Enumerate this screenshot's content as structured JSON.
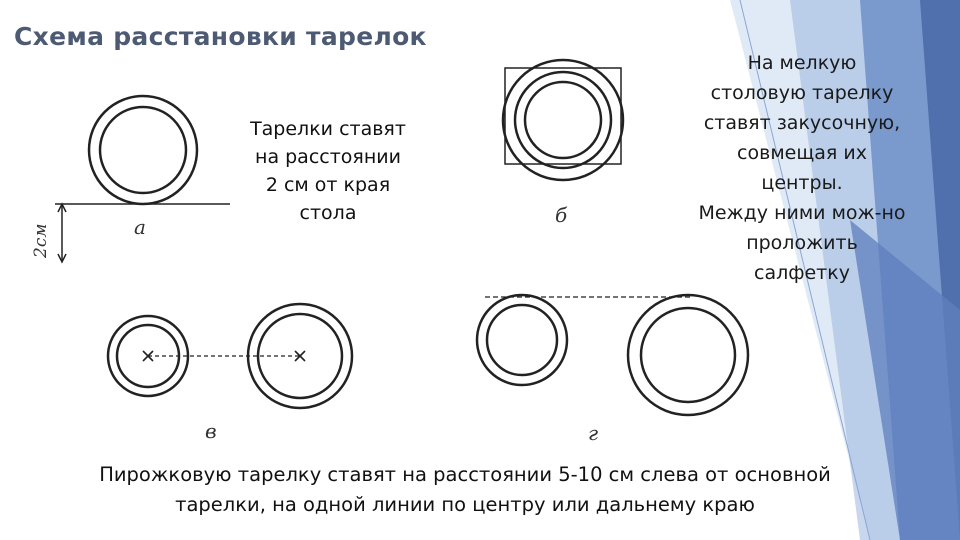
{
  "title": "Схема расстановки тарелок",
  "text_left": "Тарелки ставят\nна расстоянии\n2 см от края\nстола",
  "text_right": "На мелкую\nстоловую тарелку\nставят закусочную,\nсовмещая их\nцентры.\nМежду ними мож-но\nпроложить\nсалфетку",
  "text_bottom": "Пирожковую тарелку ставят на расстоянии 5-10 см слева от основной\nтарелки, на одной линии по центру или дальнему краю",
  "labels": {
    "a": "а",
    "b": "б",
    "v": "в",
    "g": "г",
    "dist": "2см"
  },
  "accent_colors": [
    "#4f6fad",
    "#6f8fc8",
    "#9bb7e0",
    "#c6d8ef"
  ]
}
